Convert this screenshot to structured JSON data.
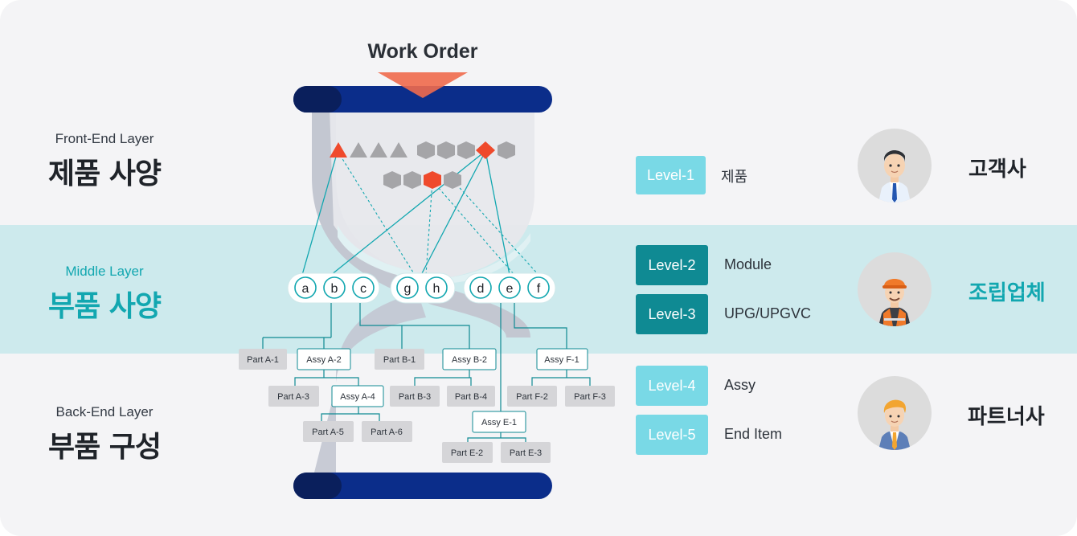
{
  "work_order": "Work Order",
  "layers": {
    "front": {
      "en": "Front-End Layer",
      "ko": "제품 사양"
    },
    "middle": {
      "en": "Middle Layer",
      "ko": "부품 사양"
    },
    "back": {
      "en": "Back-End Layer",
      "ko": "부품 구성"
    }
  },
  "node_letters": [
    "a",
    "b",
    "c",
    "g",
    "h",
    "d",
    "e",
    "f"
  ],
  "tree_boxes": {
    "part_a1": "Part A-1",
    "assy_a2": "Assy A-2",
    "part_b1": "Part B-1",
    "assy_b2": "Assy B-2",
    "assy_f1": "Assy F-1",
    "part_a3": "Part A-3",
    "assy_a4": "Assy A-4",
    "part_b3": "Part B-3",
    "part_b4": "Part B-4",
    "part_f2": "Part F-2",
    "part_f3": "Part F-3",
    "part_a5": "Part A-5",
    "part_a6": "Part A-6",
    "assy_e1": "Assy E-1",
    "part_e2": "Part E-2",
    "part_e3": "Part E-3"
  },
  "levels": [
    {
      "badge": "Level-1",
      "text": "제품"
    },
    {
      "badge": "Level-2",
      "text": "Module"
    },
    {
      "badge": "Level-3",
      "text": "UPG/UPGVC"
    },
    {
      "badge": "Level-4",
      "text": "Assy"
    },
    {
      "badge": "Level-5",
      "text": "End Item"
    }
  ],
  "roles": {
    "customer": "고객사",
    "assembler": "조립업체",
    "partner": "파트너사"
  },
  "colors": {
    "navy": "#0b2d8a",
    "teal": "#12a7b0",
    "accent": "#ef4a2c",
    "level_light": "#79d9e6",
    "level_dark": "#0f8a93",
    "band": "#cdeaed"
  }
}
